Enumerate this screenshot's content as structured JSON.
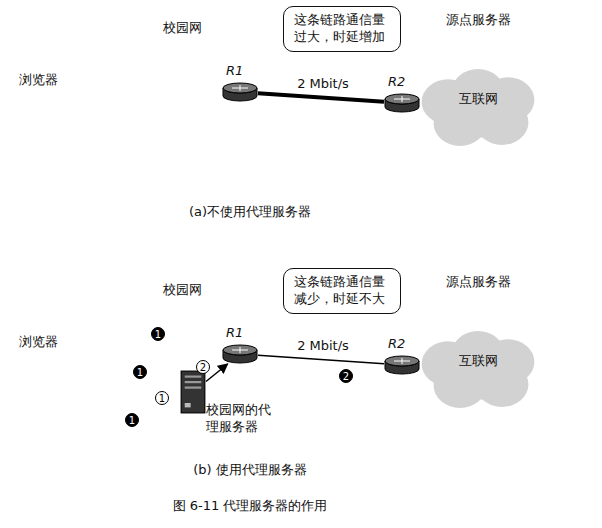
{
  "diagram": {
    "caption": "图 6-11 代理服务器的作用",
    "nodes": [
      {
        "text": [
          "这条链路通信量过大，时延增加"
        ]
      },
      {
        "text": [
          "R1"
        ]
      },
      {
        "text": [
          "R2"
        ]
      },
      {
        "text": [
          "互联网"
        ]
      },
      {
        "text": [
          "这条链路通信量减少，时延不大"
        ]
      },
      {
        "text": [
          "R1"
        ]
      },
      {
        "text": [
          "R2"
        ]
      },
      {
        "text": [
          "互联网"
        ]
      },
      {
        "text": [
          "校园网的代理服务器"
        ]
      }
    ],
    "edges": [
      {
        "from": 1,
        "to": 2,
        "arrow": "none",
        "label": "2 Mbit/s"
      },
      {
        "from": 5,
        "to": 6,
        "arrow": "none",
        "label": "2 Mbit/s"
      },
      {
        "from": 8,
        "to": 5,
        "arrow": "to",
        "label": "2"
      }
    ],
    "labels": [
      "校园网",
      "浏览器",
      "源点服务器",
      "(a)不使用代理服务器",
      "校园网",
      "浏览器",
      "源点服务器",
      "1",
      "1",
      "1",
      "1",
      "2",
      "(b) 使用代理服务器"
    ]
  }
}
